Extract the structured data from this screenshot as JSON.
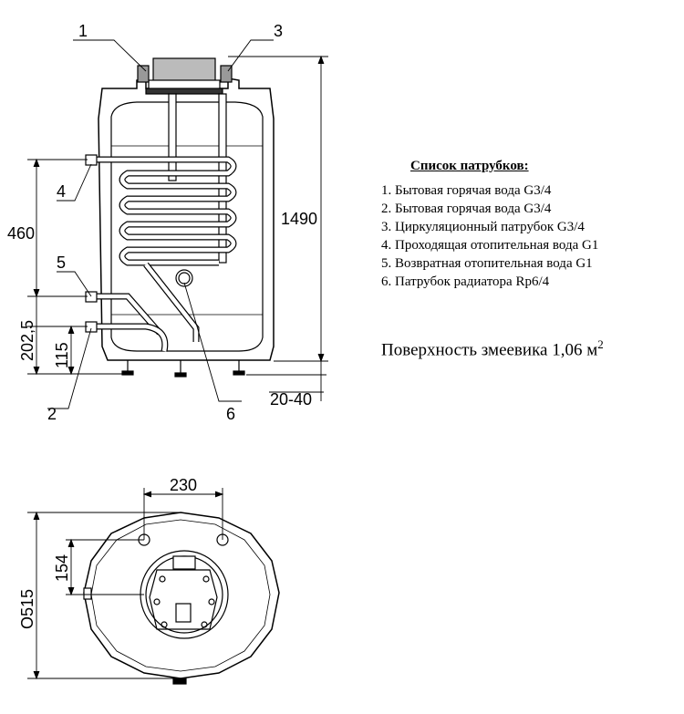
{
  "callouts": {
    "c1": "1",
    "c2": "2",
    "c3": "3",
    "c4": "4",
    "c5": "5",
    "c6": "6"
  },
  "dimensions": {
    "height_total": "1490",
    "d_460": "460",
    "d_202_5": "202,5",
    "d_115": "115",
    "feet": "20-40",
    "width_230": "230",
    "d_154": "154",
    "diameter": "O515"
  },
  "legend": {
    "title": "Список патрубков:",
    "items": [
      "1. Бытовая горячая вода G3/4",
      "2. Бытовая горячая вода G3/4",
      "3. Циркуляционный патрубок G3/4",
      "4. Проходящая отопительная вода G1",
      "5. Возвратная отопительная вода G1",
      "6. Патрубок радиатора Rp6/4"
    ]
  },
  "surface": {
    "label": "Поверхность змеевика  1,06 м",
    "sup": "2"
  }
}
